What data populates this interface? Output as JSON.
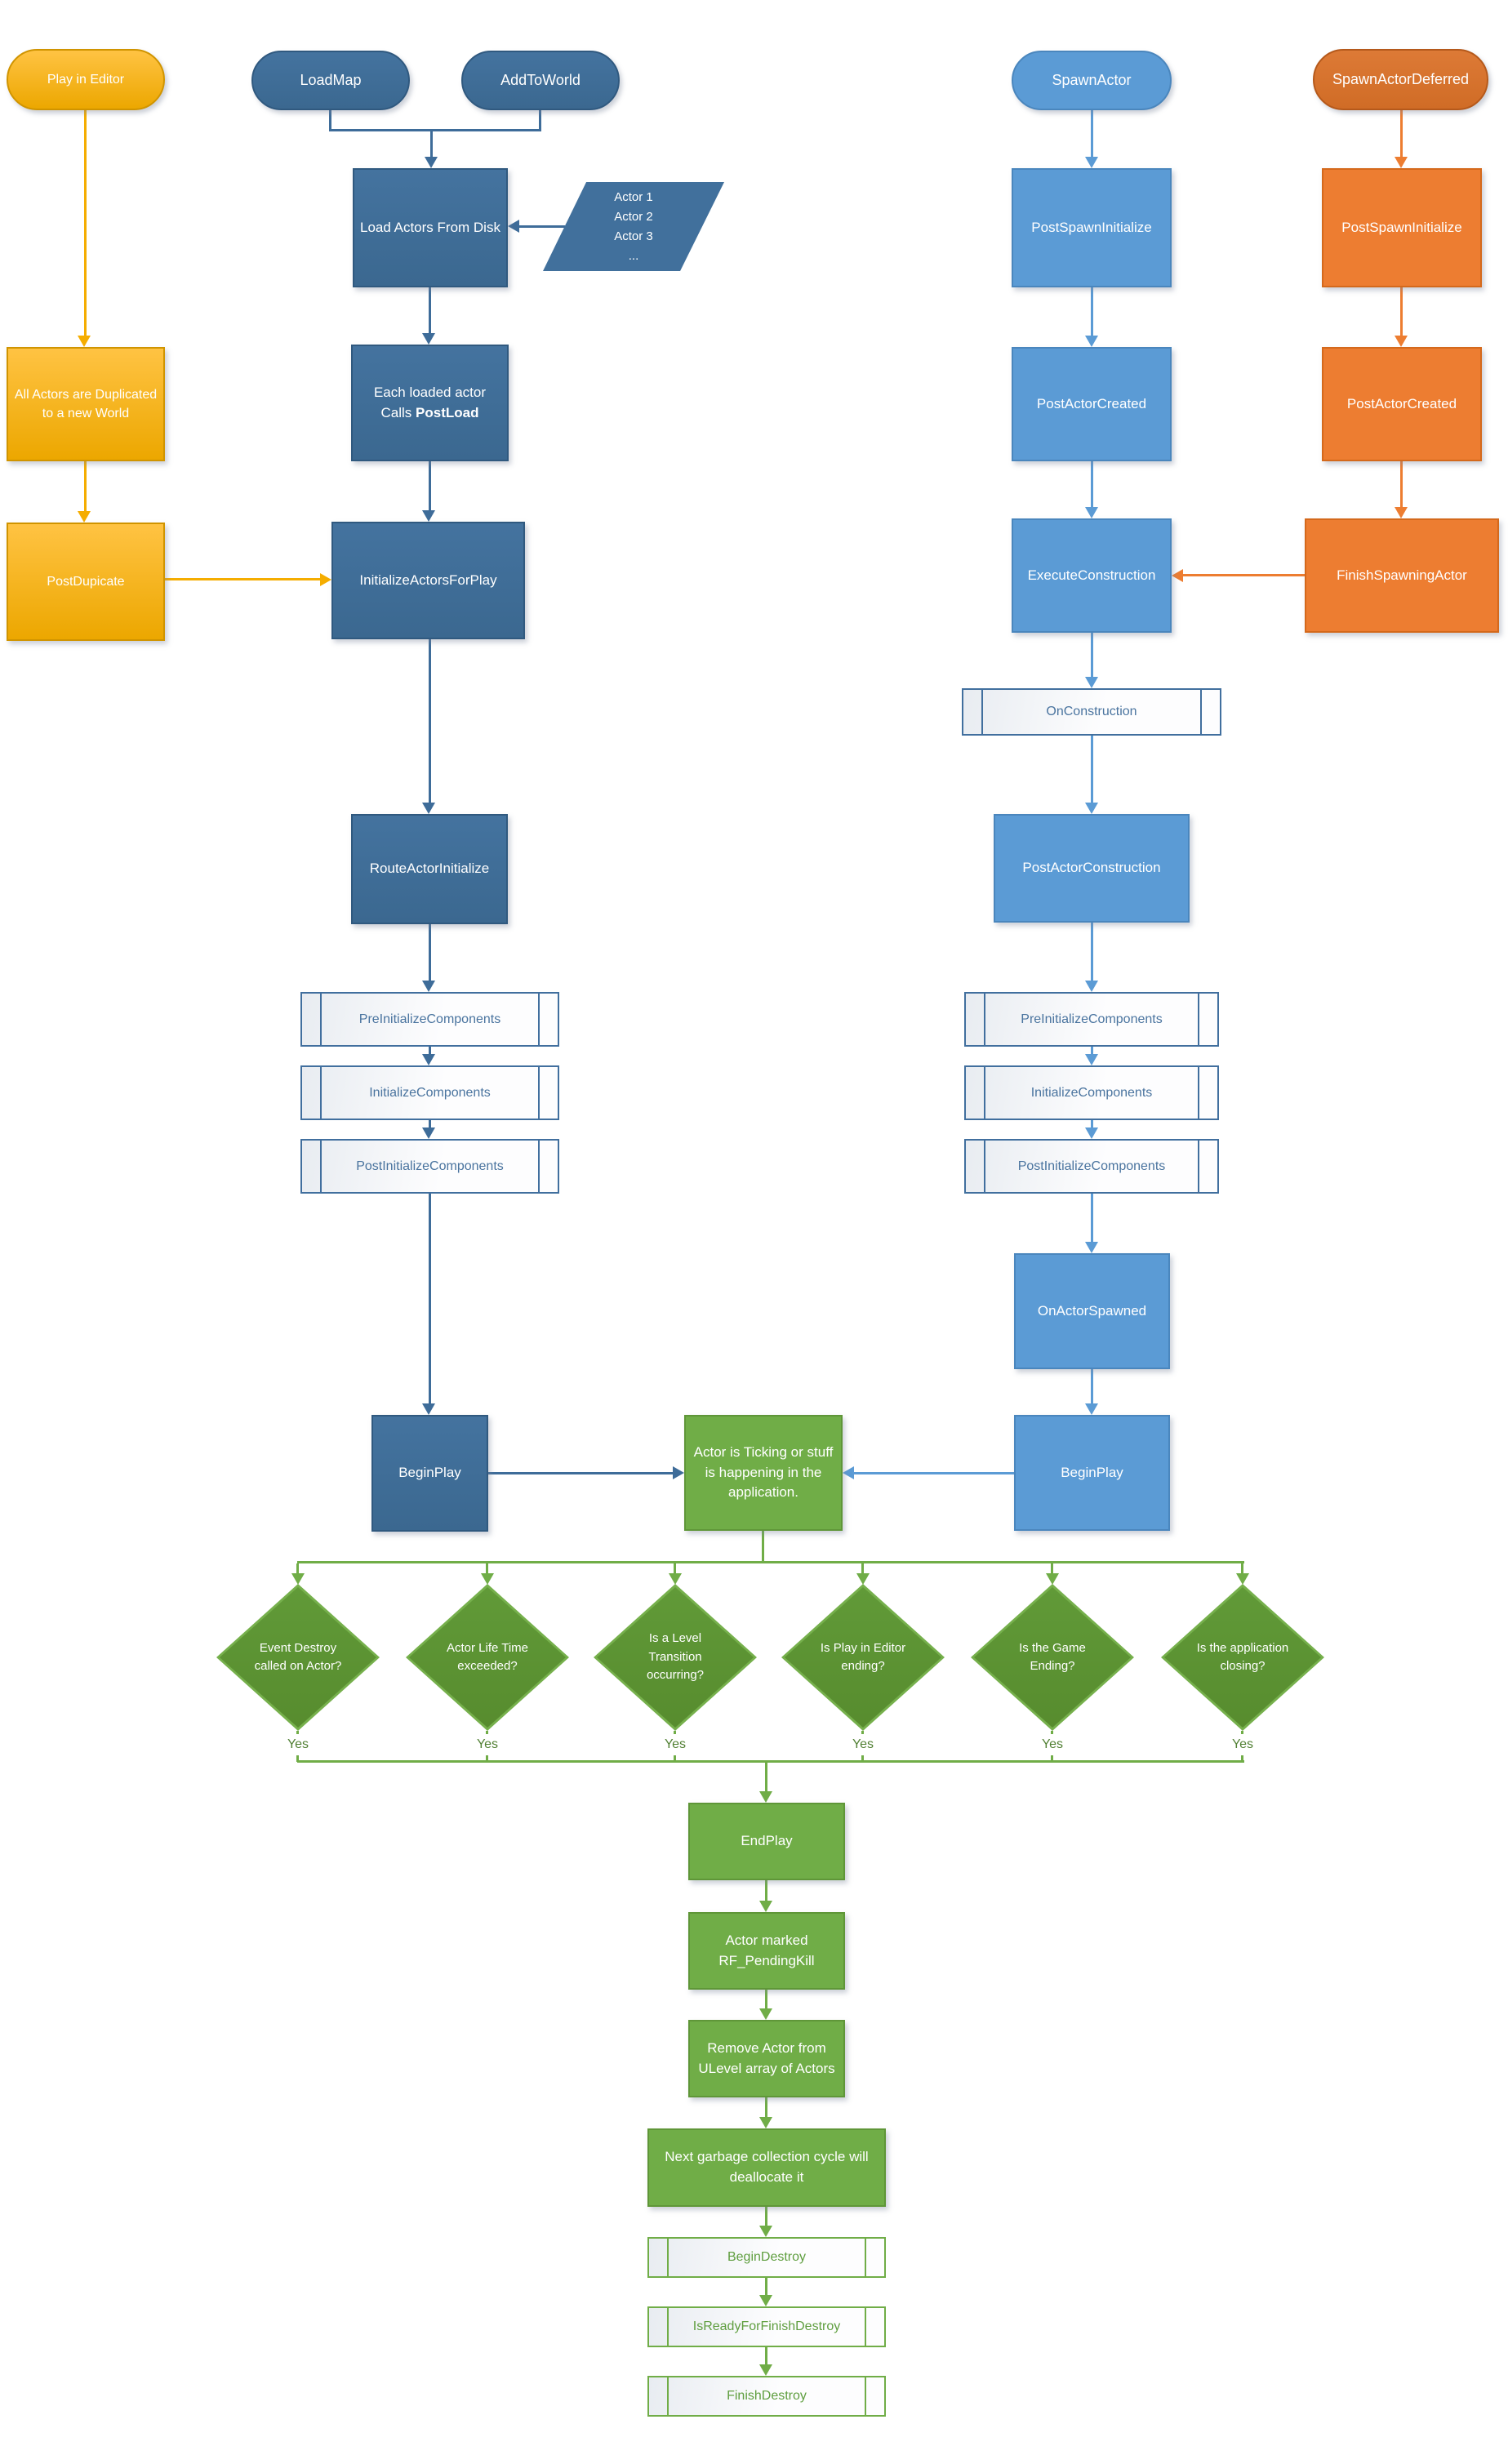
{
  "diagram": {
    "gold": {
      "play_in_editor": "Play in Editor",
      "all_actors_duplicated": "All Actors are Duplicated to a new World",
      "post_duplicate": "PostDupicate"
    },
    "load": {
      "load_map": "LoadMap",
      "add_to_world": "AddToWorld",
      "load_actors_from_disk": "Load Actors From Disk",
      "actor_list": [
        "Actor 1",
        "Actor 2",
        "Actor 3",
        "..."
      ],
      "each_loaded_line1": "Each loaded actor",
      "calls_label": "Calls",
      "post_load": "PostLoad",
      "initialize_actors_for_play": "InitializeActorsForPlay",
      "route_actor_initialize": "RouteActorInitialize",
      "pre_initialize_components": "PreInitializeComponents",
      "initialize_components": "InitializeComponents",
      "post_initialize_components": "PostInitializeComponents",
      "begin_play": "BeginPlay"
    },
    "spawn": {
      "spawn_actor": "SpawnActor",
      "post_spawn_initialize": "PostSpawnInitialize",
      "post_actor_created": "PostActorCreated",
      "execute_construction": "ExecuteConstruction",
      "on_construction": "OnConstruction",
      "post_actor_construction": "PostActorConstruction",
      "pre_initialize_components": "PreInitializeComponents",
      "initialize_components": "InitializeComponents",
      "post_initialize_components": "PostInitializeComponents",
      "on_actor_spawned": "OnActorSpawned",
      "begin_play": "BeginPlay"
    },
    "deferred": {
      "spawn_actor_deferred": "SpawnActorDeferred",
      "post_spawn_initialize": "PostSpawnInitialize",
      "post_actor_created": "PostActorCreated",
      "finish_spawning_actor": "FinishSpawningActor"
    },
    "runtime": {
      "ticking": "Actor is Ticking or stuff is happening in the application."
    },
    "decisions": [
      {
        "label": "Event Destroy called on Actor?",
        "yes": "Yes"
      },
      {
        "label": "Actor Life Time exceeded?",
        "yes": "Yes"
      },
      {
        "label": "Is a Level Transition occurring?",
        "yes": "Yes"
      },
      {
        "label": "Is Play in Editor ending?",
        "yes": "Yes"
      },
      {
        "label": "Is the Game Ending?",
        "yes": "Yes"
      },
      {
        "label": "Is the application closing?",
        "yes": "Yes"
      }
    ],
    "destroy": {
      "end_play": "EndPlay",
      "actor_marked": "Actor marked RF_PendingKill",
      "remove_actor": "Remove Actor from ULevel array of Actors",
      "garbage_collection": "Next garbage collection cycle will deallocate it",
      "begin_destroy": "BeginDestroy",
      "is_ready_for_finish_destroy": "IsReadyForFinishDestroy",
      "finish_destroy": "FinishDestroy"
    },
    "colors": {
      "gold": "#eca700",
      "dark_blue": "#3e6c99",
      "medium_blue": "#5b9bd5",
      "orange": "#ed7d31",
      "green": "#70ad47",
      "diamond_green": "#5c9132"
    }
  }
}
